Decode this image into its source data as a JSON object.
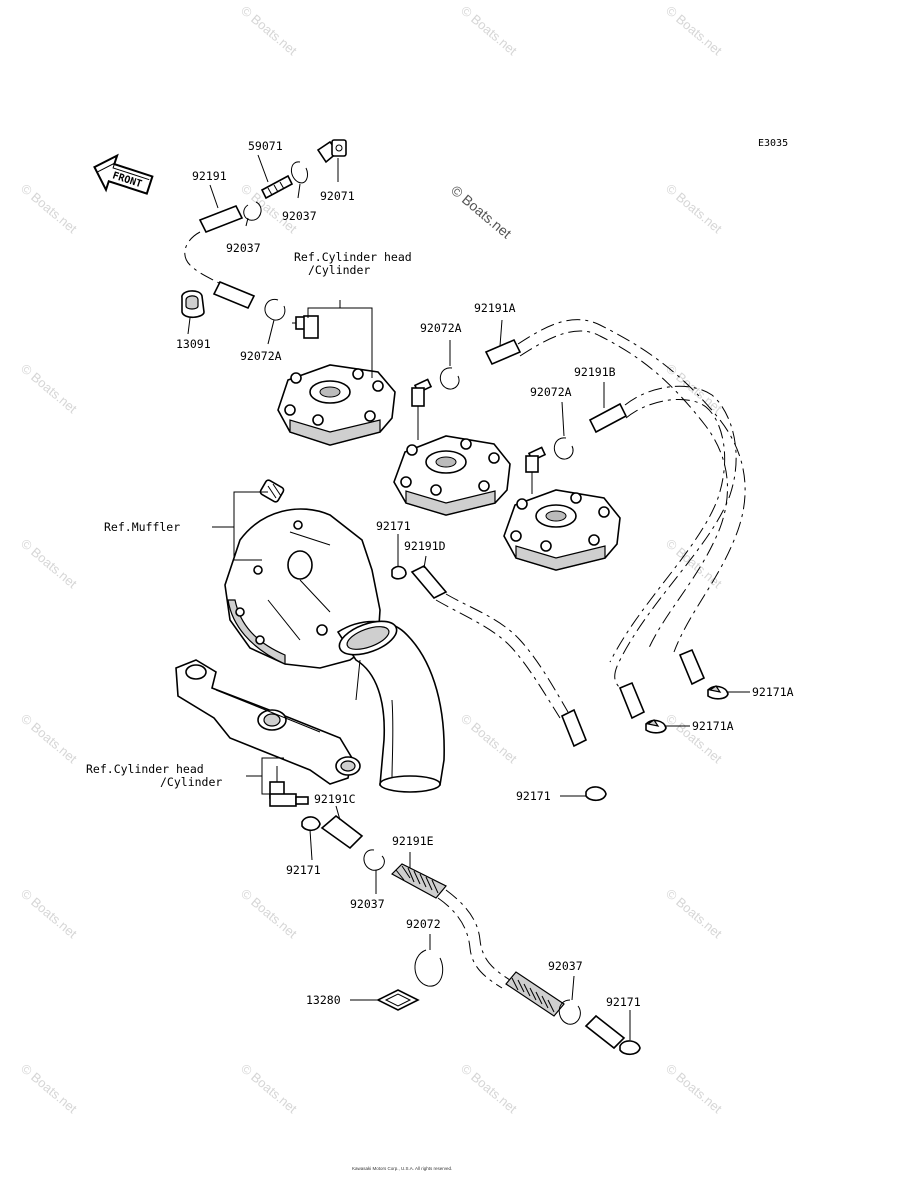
{
  "diagram_code": "E3035",
  "front_label": "FRONT",
  "watermark": "© Boats.net",
  "copyright": "Kawasaki Motors Corp., U.S.A. All rights reserved.",
  "labels": {
    "p59071": "59071",
    "p92191": "92191",
    "p92071": "92071",
    "p92037_top": "92037",
    "p92037_left": "92037",
    "ref_cyl_head_top_1": "Ref.Cylinder head",
    "ref_cyl_head_top_2": "/Cylinder",
    "p13091": "13091",
    "p92072A_left": "92072A",
    "p92191A": "92191A",
    "p92072A_mid": "92072A",
    "p92191B": "92191B",
    "p92072A_right": "92072A",
    "ref_muffler": "Ref.Muffler",
    "p92171_a": "92171",
    "p92191D": "92191D",
    "p92171A_upper": "92171A",
    "p92171A_lower": "92171A",
    "p92171_b": "92171",
    "ref_cyl_head_bot_1": "Ref.Cylinder head",
    "ref_cyl_head_bot_2": "/Cylinder",
    "p92191C": "92191C",
    "p92171_c": "92171",
    "p92191E": "92191E",
    "p92037_bot": "92037",
    "p92072": "92072",
    "p92037_right": "92037",
    "p13280": "13280",
    "p92171_d": "92171"
  }
}
